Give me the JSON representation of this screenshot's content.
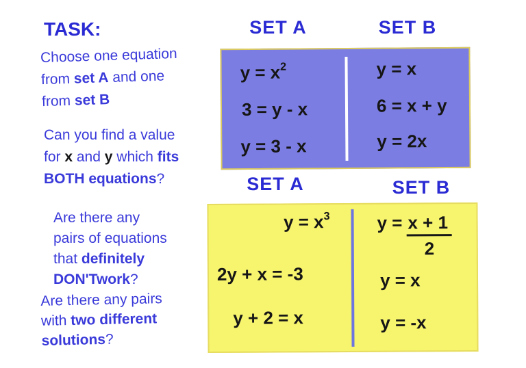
{
  "colors": {
    "background": "#ffffff",
    "text_blue": "#3a3ada",
    "header_blue": "#2b2bd4",
    "box_blue": "#7c7de2",
    "box_yellow": "#f7f46e",
    "equation_black": "#161616",
    "divider_top": "#ffffff",
    "divider_bottom": "#6d76e0"
  },
  "task_panel": {
    "title": "TASK:",
    "paragraphs": {
      "choose": {
        "lines": [
          [
            {
              "t": "Choose one equation"
            }
          ],
          [
            {
              "t": "from "
            },
            {
              "t": "set A",
              "b": true
            },
            {
              "t": " and one"
            }
          ],
          [
            {
              "t": "from "
            },
            {
              "t": "set B",
              "b": true
            }
          ]
        ]
      },
      "find": {
        "lines": [
          [
            {
              "t": "Can you find a value"
            }
          ],
          [
            {
              "t": "for "
            },
            {
              "t": "x",
              "b": true,
              "black": true
            },
            {
              "t": " and "
            },
            {
              "t": "y",
              "b": true,
              "black": true
            },
            {
              "t": " which "
            },
            {
              "t": "fits",
              "b": true
            }
          ],
          [
            {
              "t": "BOTH",
              "b": true
            },
            {
              "t": " equations",
              "b": true
            },
            {
              "t": "?"
            }
          ]
        ]
      },
      "pairs": {
        "lines": [
          [
            {
              "t": "Are there any"
            }
          ],
          [
            {
              "t": "pairs of equations"
            }
          ],
          [
            {
              "t": "that "
            },
            {
              "t": "definitely",
              "b": true
            }
          ],
          [
            {
              "t": "DON'T",
              "b": true
            },
            {
              "t": "work",
              "b": true
            },
            {
              "t": "?"
            }
          ]
        ]
      },
      "two_solutions": {
        "lines": [
          [
            {
              "t": "Are there any pairs"
            }
          ],
          [
            {
              "t": "with "
            },
            {
              "t": "two different",
              "b": true
            }
          ],
          [
            {
              "t": "solutions",
              "b": true
            },
            {
              "t": "?"
            }
          ]
        ]
      }
    }
  },
  "top_table": {
    "header_a": "SET A",
    "header_b": "SET B",
    "set_a": [
      [
        {
          "t": "y = x"
        },
        {
          "t": "2",
          "sup": true
        }
      ],
      [
        {
          "t": "3 = y - x"
        }
      ],
      [
        {
          "t": "y = 3 - x"
        }
      ]
    ],
    "set_b": [
      [
        {
          "t": "y = x"
        }
      ],
      [
        {
          "t": "6 = x + y"
        }
      ],
      [
        {
          "t": "y = 2x"
        }
      ]
    ]
  },
  "bottom_table": {
    "header_a": "SET A",
    "header_b": "SET B",
    "set_a": [
      [
        {
          "t": "y = x"
        },
        {
          "t": "3",
          "sup": true
        }
      ],
      [
        {
          "t": "2y + x = -3"
        }
      ],
      [
        {
          "t": "y + 2 = x"
        }
      ]
    ],
    "set_b_fraction": {
      "pre": "y =",
      "numerator": "x + 1",
      "denominator": "2"
    },
    "set_b_rest": [
      [
        {
          "t": "y = x"
        }
      ],
      [
        {
          "t": "y = -x"
        }
      ]
    ]
  }
}
